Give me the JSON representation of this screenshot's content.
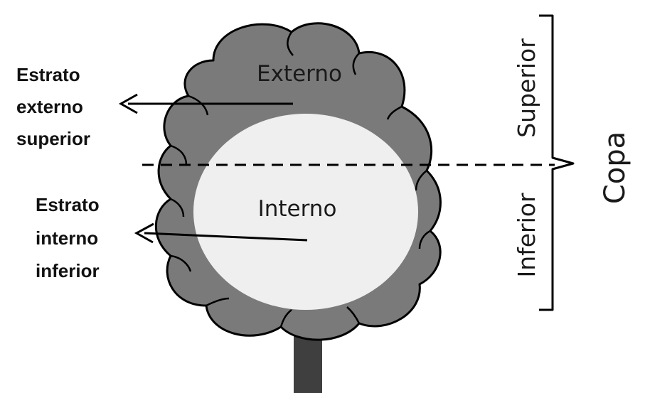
{
  "labels": {
    "outer_zone": "Externo",
    "inner_zone": "Interno",
    "upper_stratum": [
      "Estrato",
      "externo",
      "superior"
    ],
    "lower_stratum": [
      "Estrato",
      "interno",
      "inferior"
    ],
    "superior": "Superior",
    "inferior": "Inferior",
    "crown": "Copa"
  },
  "colors": {
    "crown_outer": "#7a7a7a",
    "crown_inner": "#efefef",
    "trunk": "#3f3f3f",
    "stroke": "#000000"
  }
}
